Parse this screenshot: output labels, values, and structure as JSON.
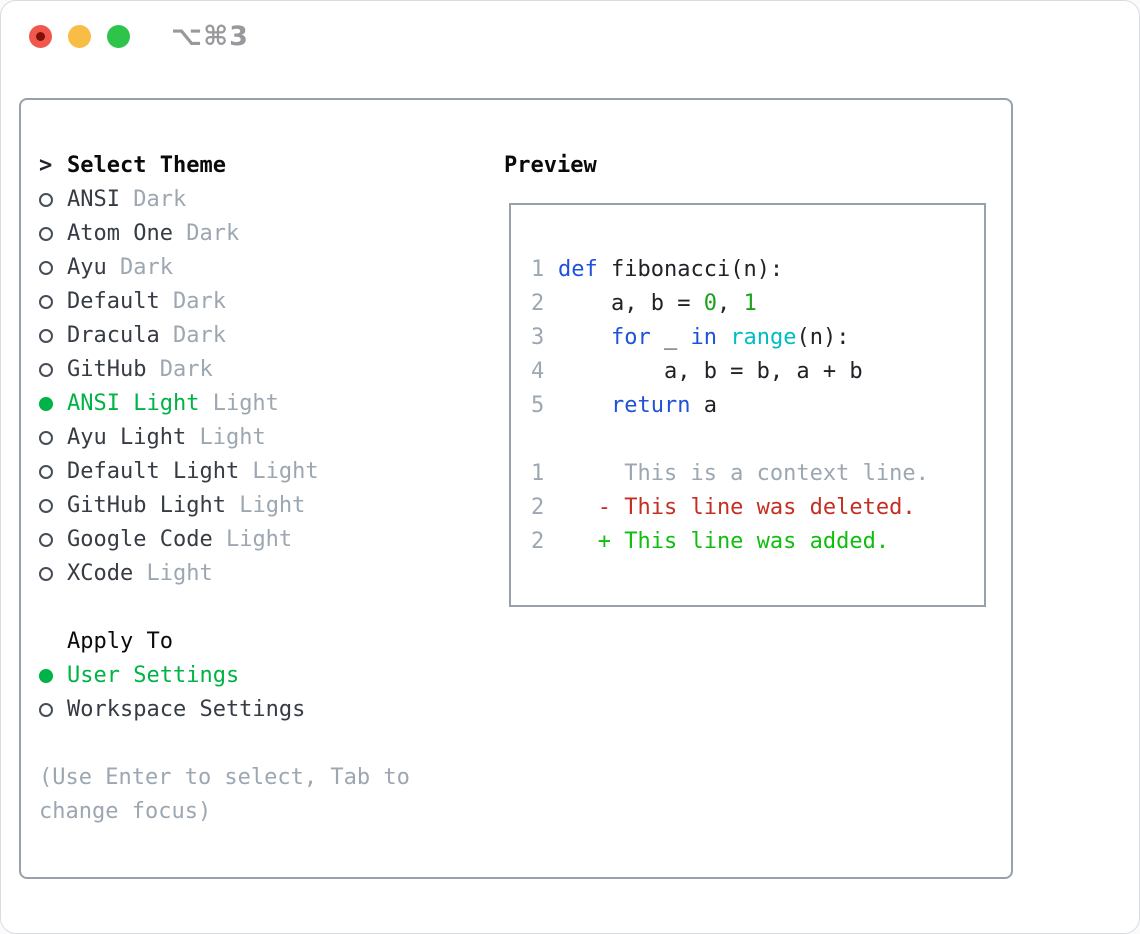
{
  "titlebar": {
    "shortcut": "⌥⌘3"
  },
  "colors": {
    "accent_green": "#00b345",
    "muted": "#9ca7b2",
    "text": "#363b44",
    "border": "#98a1ab",
    "keyword_blue": "#1e52d9",
    "builtin_cyan": "#00bcc4",
    "number_green": "#1aa21a",
    "diff_red": "#c52f21",
    "diff_green": "#0fbe0f"
  },
  "theme_panel": {
    "prefix": ">",
    "title": "Select Theme",
    "items": [
      {
        "name": "ANSI",
        "variant": "Dark",
        "selected": false
      },
      {
        "name": "Atom One",
        "variant": "Dark",
        "selected": false
      },
      {
        "name": "Ayu",
        "variant": "Dark",
        "selected": false
      },
      {
        "name": "Default",
        "variant": "Dark",
        "selected": false
      },
      {
        "name": "Dracula",
        "variant": "Dark",
        "selected": false
      },
      {
        "name": "GitHub",
        "variant": "Dark",
        "selected": false
      },
      {
        "name": "ANSI Light",
        "variant": "Light",
        "selected": true
      },
      {
        "name": "Ayu Light",
        "variant": "Light",
        "selected": false
      },
      {
        "name": "Default Light",
        "variant": "Light",
        "selected": false
      },
      {
        "name": "GitHub Light",
        "variant": "Light",
        "selected": false
      },
      {
        "name": "Google Code",
        "variant": "Light",
        "selected": false
      },
      {
        "name": "XCode",
        "variant": "Light",
        "selected": false
      }
    ]
  },
  "apply_panel": {
    "title": "Apply To",
    "options": [
      {
        "label": "User Settings",
        "selected": true
      },
      {
        "label": "Workspace Settings",
        "selected": false
      }
    ]
  },
  "hint_lines": [
    "(Use Enter to select, Tab to",
    "change focus)"
  ],
  "preview": {
    "title": "Preview",
    "lines": [
      {
        "num": "1",
        "tokens": [
          {
            "c": "kw",
            "t": "def"
          },
          {
            "c": "plain",
            "t": " fibonacci(n):"
          }
        ]
      },
      {
        "num": "2",
        "tokens": [
          {
            "c": "plain",
            "t": "    a, b = "
          },
          {
            "c": "num",
            "t": "0"
          },
          {
            "c": "plain",
            "t": ", "
          },
          {
            "c": "num",
            "t": "1"
          }
        ]
      },
      {
        "num": "3",
        "tokens": [
          {
            "c": "plain",
            "t": "    "
          },
          {
            "c": "kw",
            "t": "for"
          },
          {
            "c": "plain",
            "t": " _ "
          },
          {
            "c": "kw",
            "t": "in"
          },
          {
            "c": "plain",
            "t": " "
          },
          {
            "c": "builtin",
            "t": "range"
          },
          {
            "c": "plain",
            "t": "(n):"
          }
        ]
      },
      {
        "num": "4",
        "tokens": [
          {
            "c": "plain",
            "t": "        a, b = b, a + b"
          }
        ]
      },
      {
        "num": "5",
        "tokens": [
          {
            "c": "plain",
            "t": "    "
          },
          {
            "c": "kw",
            "t": "return"
          },
          {
            "c": "plain",
            "t": " a"
          }
        ]
      },
      {
        "num": "",
        "tokens": []
      },
      {
        "num": "1",
        "tokens": [
          {
            "c": "ctx",
            "t": "     This is a context line."
          }
        ]
      },
      {
        "num": "2",
        "tokens": [
          {
            "c": "del",
            "t": "   - This line was deleted."
          }
        ]
      },
      {
        "num": "2",
        "tokens": [
          {
            "c": "add",
            "t": "   + This line was added."
          }
        ]
      }
    ]
  }
}
